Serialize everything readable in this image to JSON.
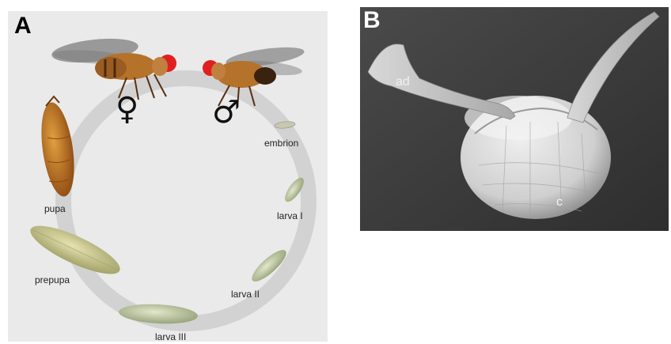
{
  "panel_a": {
    "label": "A",
    "female_symbol": "♀",
    "male_symbol": "♂",
    "stages": {
      "embryo": "embrion",
      "larva1": "larva I",
      "larva2": "larva II",
      "larva3": "larva III",
      "prepupa": "prepupa",
      "pupa": "pupa"
    }
  },
  "panel_b": {
    "label": "B",
    "ad_label": "ad",
    "c_label": "c"
  },
  "colors": {
    "cycle_ring": "#d2d2d2",
    "fly_body": "#b5722a",
    "fly_eye": "#e02020",
    "pupa": "#b4641a",
    "larva": "#b8c296",
    "sem_background": "#3a3a3a",
    "egg": "#d9d9d9"
  }
}
